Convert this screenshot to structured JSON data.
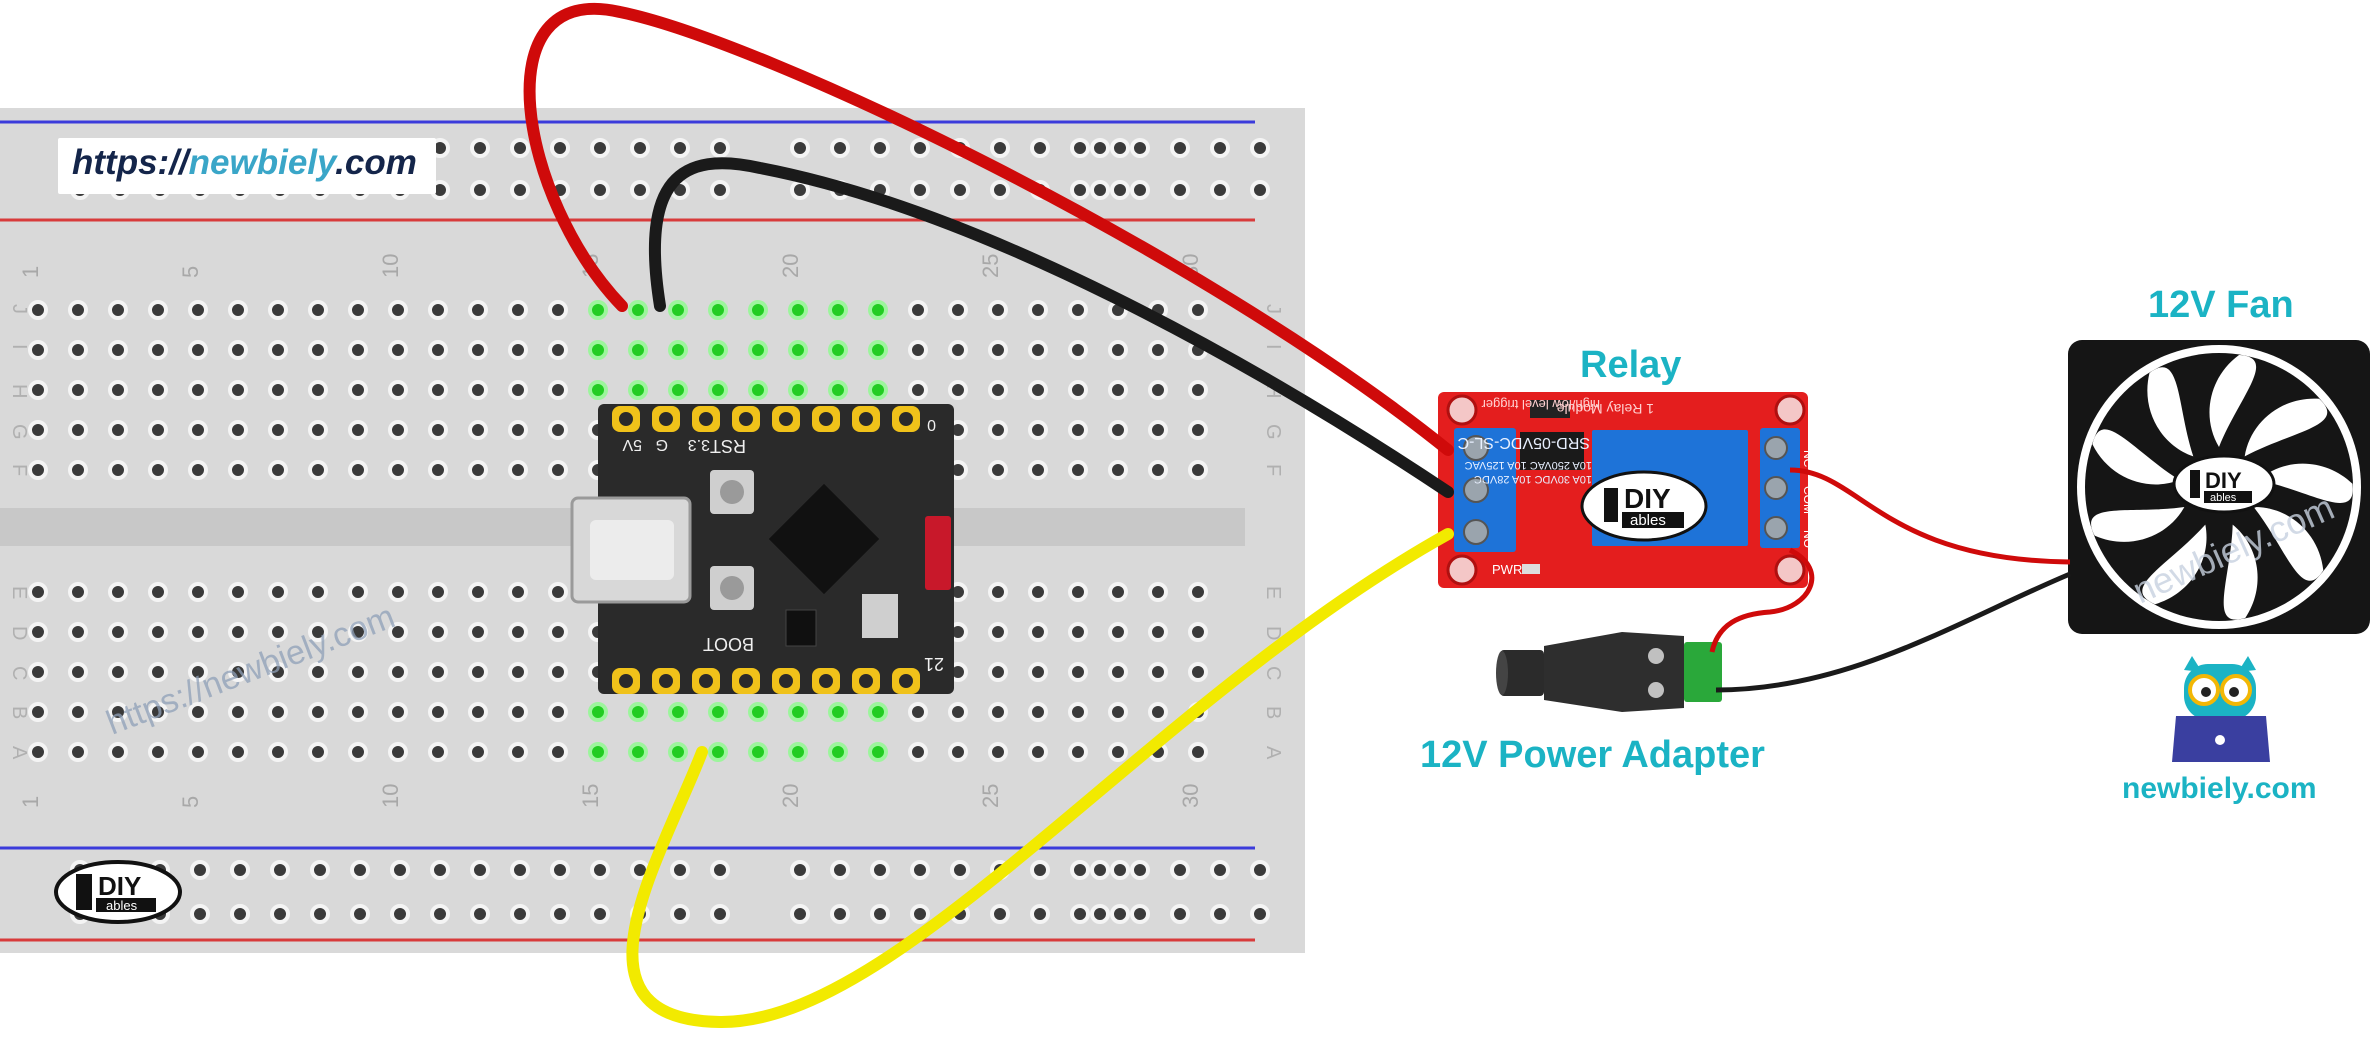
{
  "watermark": {
    "url_prefix": "https://",
    "url_domain": "newbiely",
    "url_suffix": ".com",
    "diagonal_text": "https://newbiely.com",
    "fan_watermark": "newbiely.com"
  },
  "labels": {
    "relay": "Relay",
    "fan": "12V Fan",
    "power_adapter": "12V Power Adapter",
    "brand": "newbiely.com"
  },
  "breadboard": {
    "row_letters_top": [
      "J",
      "I",
      "H",
      "G",
      "F"
    ],
    "row_letters_bottom": [
      "E",
      "D",
      "C",
      "B",
      "A"
    ],
    "column_numbers": [
      "1",
      "5",
      "10",
      "15",
      "20",
      "25",
      "30"
    ]
  },
  "board": {
    "pin_labels": [
      "5V",
      "G",
      "3.3",
      "RST",
      "0",
      "BOOT",
      "21"
    ]
  },
  "relay_module": {
    "logo_top": "DIY",
    "logo_bottom": "ables",
    "title": "1 Relay Module",
    "subtitle": "high/low level trigger",
    "spec_lines": [
      "SRD-05VDC-SL-C",
      "10A 250VAC 10A 125VAC",
      "10A 30VDC 10A 28VDC"
    ],
    "terminals": [
      "NC",
      "COM",
      "NO"
    ],
    "pwr": "PWR"
  },
  "fan_logo": {
    "top": "DIY",
    "bottom": "ables"
  },
  "corner_logo": {
    "top": "DIY",
    "bottom": "ables"
  },
  "colors": {
    "wire_red": "#cf0a0a",
    "wire_black": "#1a1a1a",
    "wire_yellow": "#f2ea00",
    "relay_board": "#e41e1e",
    "relay_block": "#1e73d8",
    "label_cyan": "#1bb3c4",
    "breadboard": "#d9d9d9",
    "rail_blue": "#3b3bdb",
    "rail_red": "#d83b3b"
  }
}
